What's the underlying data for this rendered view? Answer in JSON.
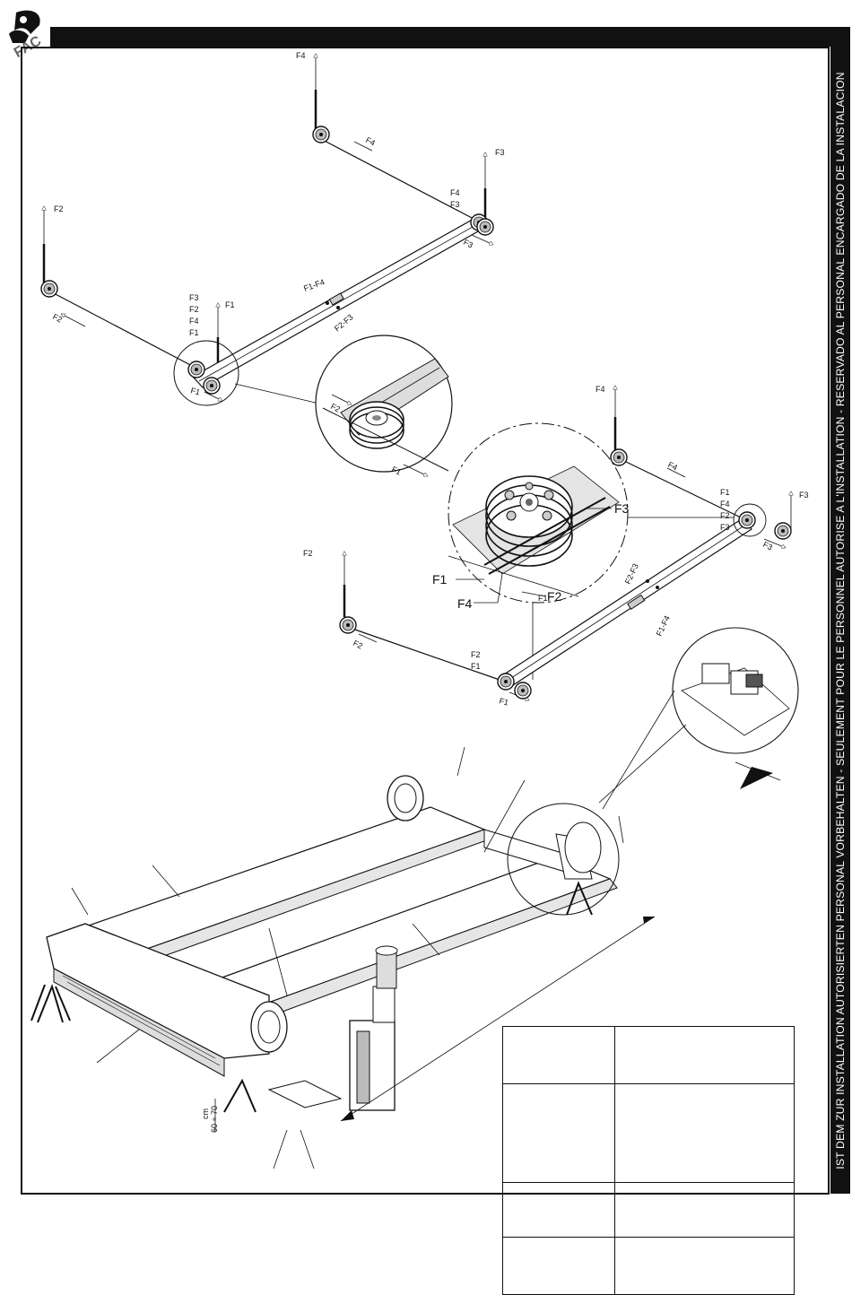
{
  "logo": {
    "text": "FAC"
  },
  "side_strip": {
    "text": "IST DEM ZUR INSTALLATION AUTORISIERTEN PERSONAL VORBEHALTEN - SEULEMENT POUR LE PERSONNEL AUTORISE A L'INSTALLATION - RESERVADO AL PERSONAL ENCARGADO DE LA INSTALACION"
  },
  "diagram_top": {
    "labels": {
      "f4_top": "F4",
      "f4_line": "F4",
      "f4_corner": "F4",
      "f3_corner": "F3",
      "f3_up": "F3",
      "f3_right": "F3",
      "f2_up": "F2",
      "f2_left": "F2",
      "stack_f3": "F3",
      "stack_f2": "F2",
      "stack_f4": "F4",
      "stack_f1": "F1",
      "f1_up": "F1",
      "f1_bottom": "F1",
      "f1f4": "F1-F4",
      "f2f3": "F2-F3",
      "detail_f2": "F2",
      "detail_f1": "F1"
    }
  },
  "diagram_mid": {
    "labels": {
      "f4_up": "F4",
      "f4_line": "F4",
      "stack_f1": "F1",
      "stack_f4": "F4",
      "stack_f2": "F2",
      "stack_f3": "F3",
      "f3_up": "F3",
      "f3_right": "F3",
      "f2_up": "F2",
      "f2_left": "F2",
      "f2f3": "F2-F3",
      "f1f4": "F1-F4",
      "f1_up": "F1",
      "stack2_f2": "F2",
      "stack2_f1": "F1",
      "f1_bottom": "F1"
    },
    "detail_labels": {
      "f3": "F3",
      "f1": "F1",
      "f2": "F2",
      "f4": "F4"
    }
  },
  "lift_assembly": {
    "dimension": "60 ÷ 70",
    "unit": "cm"
  },
  "spec_table": {
    "rows": [
      [
        "",
        ""
      ],
      [
        "",
        ""
      ],
      [
        "",
        ""
      ],
      [
        "",
        ""
      ]
    ]
  }
}
